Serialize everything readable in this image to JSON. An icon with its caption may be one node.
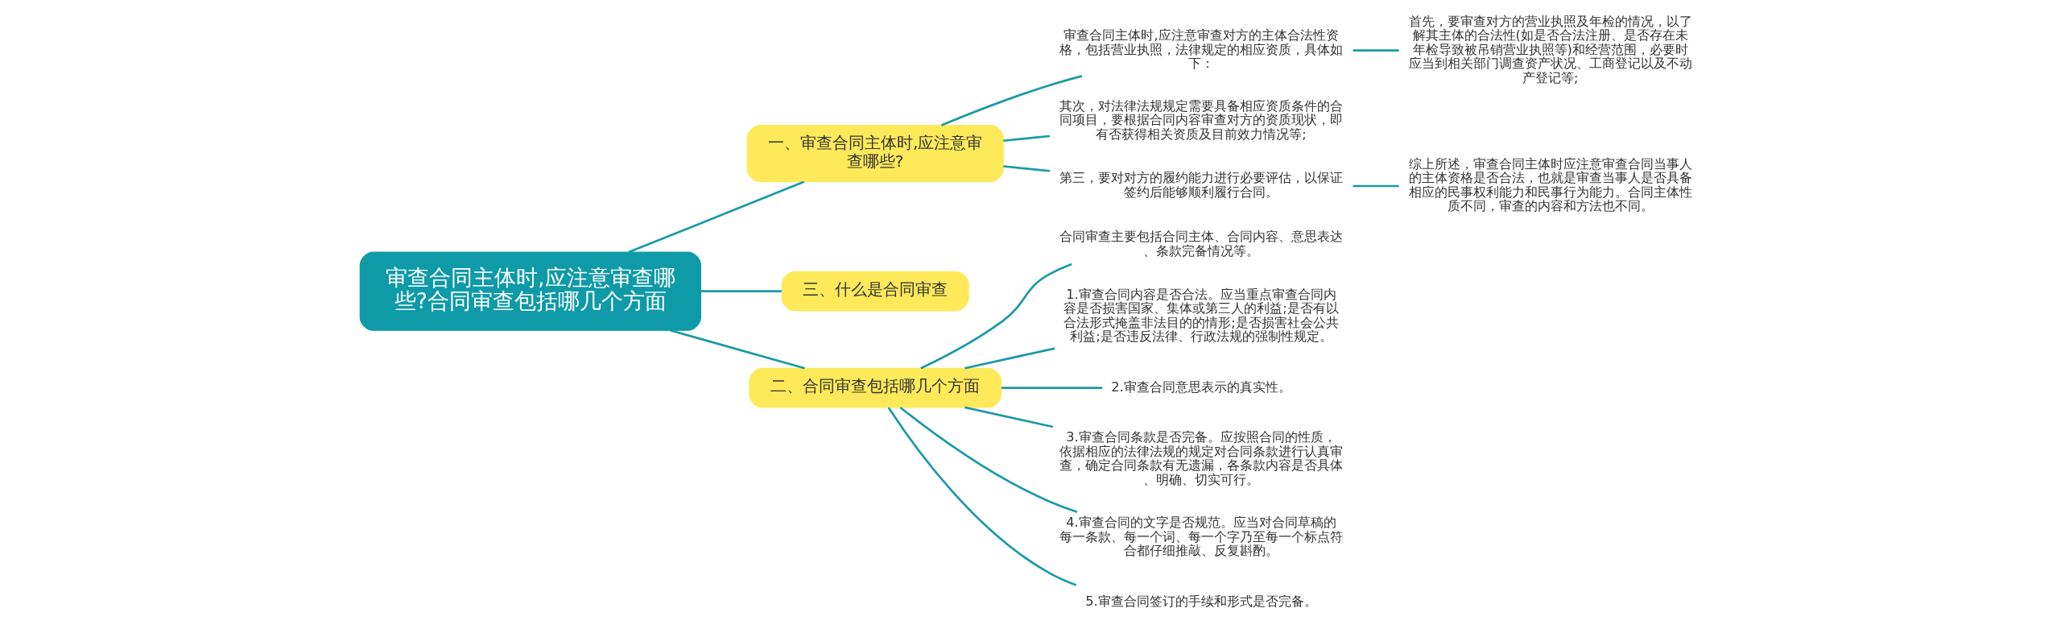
{
  "diagram": {
    "nodes": [
      {
        "text": [
          "审查合同主体时,应注意审查哪些?合同审查包括哪几个方面"
        ]
      },
      {
        "text": [
          "一、审查合同主体时,应注意审查哪些?"
        ]
      },
      {
        "text": [
          "审查合同主体时,应注意审查对方的主体合法性资格，包括营业执照，法律规定的相应资质，具体如下："
        ]
      },
      {
        "text": [
          "首先，要审查对方的营业执照及年检的情况，以了解其主体的合法性(如是否合法注册、是否存在未年检导致被吊销营业执照等)和经营范围，必要时应当到相关部门调查资产状况、工商登记以及不动产登记等;"
        ]
      },
      {
        "text": [
          "其次，对法律法规规定需要具备相应资质条件的合同项目，要根据合同内容审查对方的资质现状，即有否获得相关资质及目前效力情况等;"
        ]
      },
      {
        "text": [
          "第三，要对对方的履约能力进行必要评估，以保证签约后能够顺利履行合同。"
        ]
      },
      {
        "text": [
          "综上所述，审查合同主体时应注意审查合同当事人的主体资格是否合法，也就是审查当事人是否具备相应的民事权利能力和民事行为能力。合同主体性质不同，审查的内容和方法也不同。"
        ]
      },
      {
        "text": [
          "三、什么是合同审查"
        ]
      },
      {
        "text": [
          "二、合同审查包括哪几个方面"
        ]
      },
      {
        "text": [
          "合同审查主要包括合同主体、合同内容、意思表达、条款完备情况等。"
        ]
      },
      {
        "text": [
          "1.审查合同内容是否合法。应当重点审查合同内容是否损害国家、集体或第三人的利益;是否有以合法形式掩盖非法目的的情形;是否损害社会公共利益;是否违反法律、行政法规的强制性规定。"
        ]
      },
      {
        "text": [
          "2.审查合同意思表示的真实性。"
        ]
      },
      {
        "text": [
          "3.审查合同条款是否完备。应按照合同的性质，依据相应的法律法规的规定对合同条款进行认真审查，确定合同条款有无遗漏，各条款内容是否具体、明确、切实可行。"
        ]
      },
      {
        "text": [
          "4.审查合同的文字是否规范。应当对合同草稿的每一条款、每一个词、每一个字乃至每一个标点符合都仔细推敲、反复斟酌。"
        ]
      },
      {
        "text": [
          "5.审查合同签订的手续和形式是否完备。"
        ]
      }
    ],
    "edges": [
      {
        "from": 0,
        "to": 1,
        "arrow": "none"
      },
      {
        "from": 1,
        "to": 2,
        "arrow": "none"
      },
      {
        "from": 2,
        "to": 3,
        "arrow": "none"
      },
      {
        "from": 1,
        "to": 4,
        "arrow": "none"
      },
      {
        "from": 1,
        "to": 5,
        "arrow": "none"
      },
      {
        "from": 5,
        "to": 6,
        "arrow": "none"
      },
      {
        "from": 0,
        "to": 7,
        "arrow": "none"
      },
      {
        "from": 0,
        "to": 8,
        "arrow": "none"
      },
      {
        "from": 8,
        "to": 9,
        "arrow": "none"
      },
      {
        "from": 8,
        "to": 10,
        "arrow": "none"
      },
      {
        "from": 8,
        "to": 11,
        "arrow": "none"
      },
      {
        "from": 8,
        "to": 12,
        "arrow": "none"
      },
      {
        "from": 8,
        "to": 13,
        "arrow": "none"
      },
      {
        "from": 8,
        "to": 14,
        "arrow": "none"
      }
    ]
  }
}
